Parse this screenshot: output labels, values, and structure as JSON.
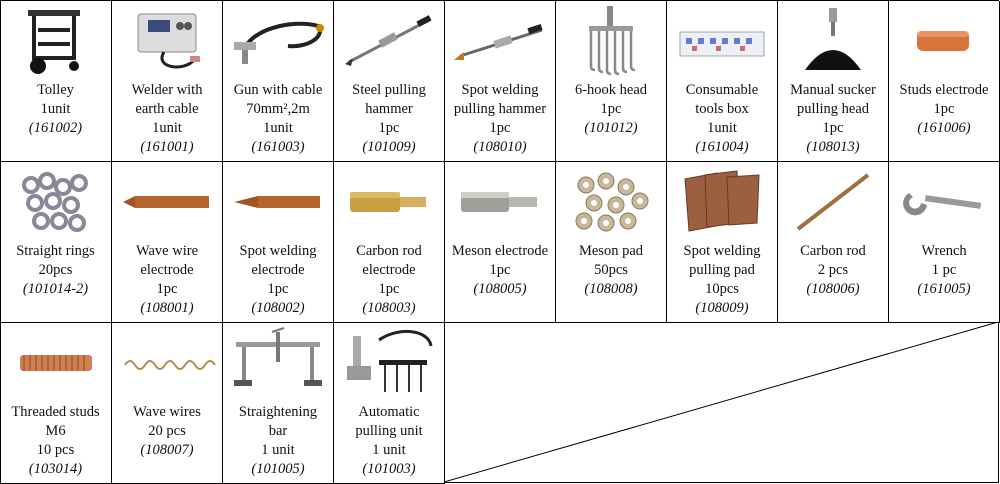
{
  "items": [
    {
      "icon": "trolley-icon",
      "lines": [
        "Tolley",
        "1unit"
      ],
      "code": "(161002)"
    },
    {
      "icon": "welder-machine-icon",
      "lines": [
        "Welder with",
        "earth cable",
        "1unit"
      ],
      "code": "(161001)"
    },
    {
      "icon": "welding-gun-icon",
      "lines": [
        "Gun with cable",
        "70mm²,2m",
        "1unit"
      ],
      "code": "(161003)"
    },
    {
      "icon": "pulling-hammer-icon",
      "lines": [
        "Steel pulling",
        "hammer",
        "1pc"
      ],
      "code": "(101009)"
    },
    {
      "icon": "spot-hammer-icon",
      "lines": [
        "Spot welding",
        "pulling hammer",
        "1pc"
      ],
      "code": "(108010)"
    },
    {
      "icon": "hook-head-icon",
      "lines": [
        "6-hook head",
        "1pc"
      ],
      "code": "(101012)"
    },
    {
      "icon": "tools-box-icon",
      "lines": [
        "Consumable",
        "tools box",
        "1unit"
      ],
      "code": "(161004)"
    },
    {
      "icon": "sucker-head-icon",
      "lines": [
        "Manual sucker",
        "pulling head",
        "1pc"
      ],
      "code": "(108013)"
    },
    {
      "icon": "studs-electrode-icon",
      "lines": [
        "Studs electrode",
        "1pc"
      ],
      "code": "(161006)"
    },
    {
      "icon": "straight-rings-icon",
      "lines": [
        "Straight rings",
        "20pcs"
      ],
      "code": "(101014-2)"
    },
    {
      "icon": "wave-wire-electrode-icon",
      "lines": [
        "Wave wire",
        "electrode",
        "1pc"
      ],
      "code": "(108001)"
    },
    {
      "icon": "spot-electrode-icon",
      "lines": [
        "Spot welding",
        "electrode",
        "1pc"
      ],
      "code": "(108002)"
    },
    {
      "icon": "carbon-rod-electrode-icon",
      "lines": [
        "Carbon rod",
        "electrode",
        "1pc"
      ],
      "code": "(108003)"
    },
    {
      "icon": "meson-electrode-icon",
      "lines": [
        "Meson electrode",
        "1pc"
      ],
      "code": "(108005)"
    },
    {
      "icon": "meson-pad-icon",
      "lines": [
        "Meson pad",
        "50pcs"
      ],
      "code": "(108008)"
    },
    {
      "icon": "pulling-pad-icon",
      "lines": [
        "Spot welding",
        "pulling pad",
        "10pcs"
      ],
      "code": "(108009)"
    },
    {
      "icon": "carbon-rod-icon",
      "lines": [
        "Carbon rod",
        "2 pcs"
      ],
      "code": "(108006)"
    },
    {
      "icon": "wrench-icon",
      "lines": [
        "Wrench",
        "1 pc"
      ],
      "code": "(161005)"
    },
    {
      "icon": "threaded-studs-icon",
      "lines": [
        "Threaded studs",
        "M6",
        "10 pcs"
      ],
      "code": "(103014)"
    },
    {
      "icon": "wave-wires-icon",
      "lines": [
        "Wave wires",
        "20 pcs"
      ],
      "code": "(108007)"
    },
    {
      "icon": "straightening-bar-icon",
      "lines": [
        "Straightening",
        "bar",
        "1 unit"
      ],
      "code": "(101005)"
    },
    {
      "icon": "auto-pulling-unit-icon",
      "lines": [
        "Automatic",
        "pulling unit",
        "1 unit"
      ],
      "code": "(101003)"
    }
  ]
}
